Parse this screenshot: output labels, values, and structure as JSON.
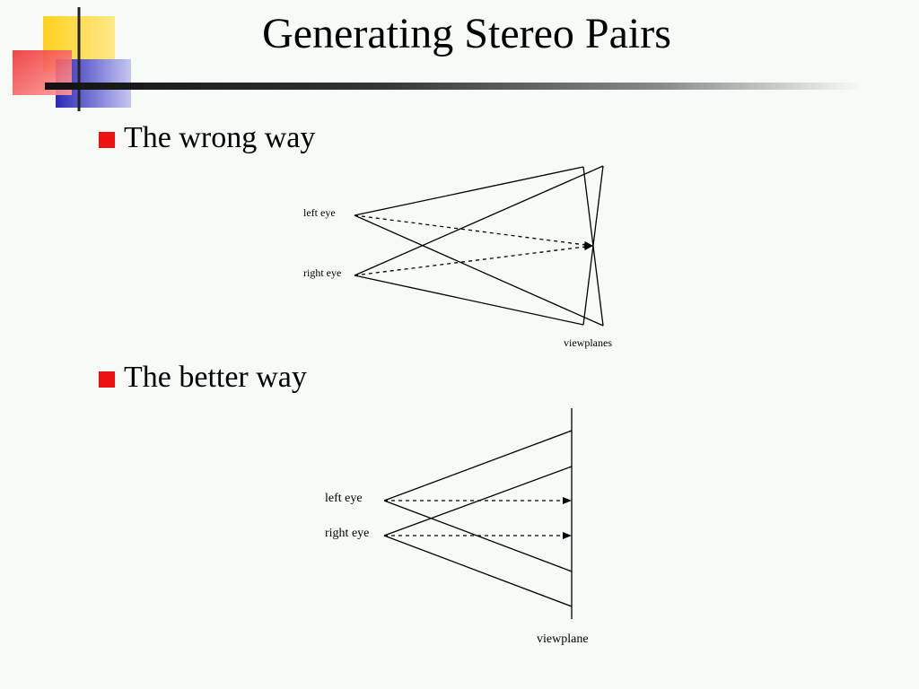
{
  "slide": {
    "title": "Generating Stereo Pairs",
    "bullets": [
      {
        "label": "The wrong way"
      },
      {
        "label": "The better way"
      }
    ]
  },
  "wrong_way": {
    "left_eye_label": "left eye",
    "right_eye_label": "right eye",
    "viewplanes_label": "viewplanes"
  },
  "better_way": {
    "left_eye_label": "left eye",
    "right_eye_label": "right eye",
    "viewplane_label": "viewplane"
  },
  "colors": {
    "bullet_marker": "#ee1111",
    "logo_yellow": "#ffd21e",
    "logo_red": "#ee3333",
    "logo_blue": "#3333cc",
    "background": "#f7fbf7"
  }
}
